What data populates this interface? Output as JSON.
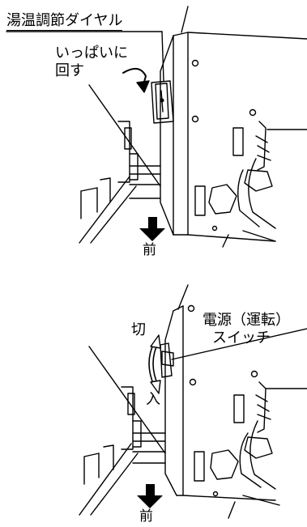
{
  "top": {
    "dial_label": "湯温調節ダイヤル",
    "instruction_line1": "いっぱいに",
    "instruction_line2": "回す",
    "front_label": "前"
  },
  "bottom": {
    "off_label": "切",
    "on_label": "入",
    "switch_label_line1": "電源（運転）",
    "switch_label_line2": "スイッチ",
    "front_label": "前"
  }
}
